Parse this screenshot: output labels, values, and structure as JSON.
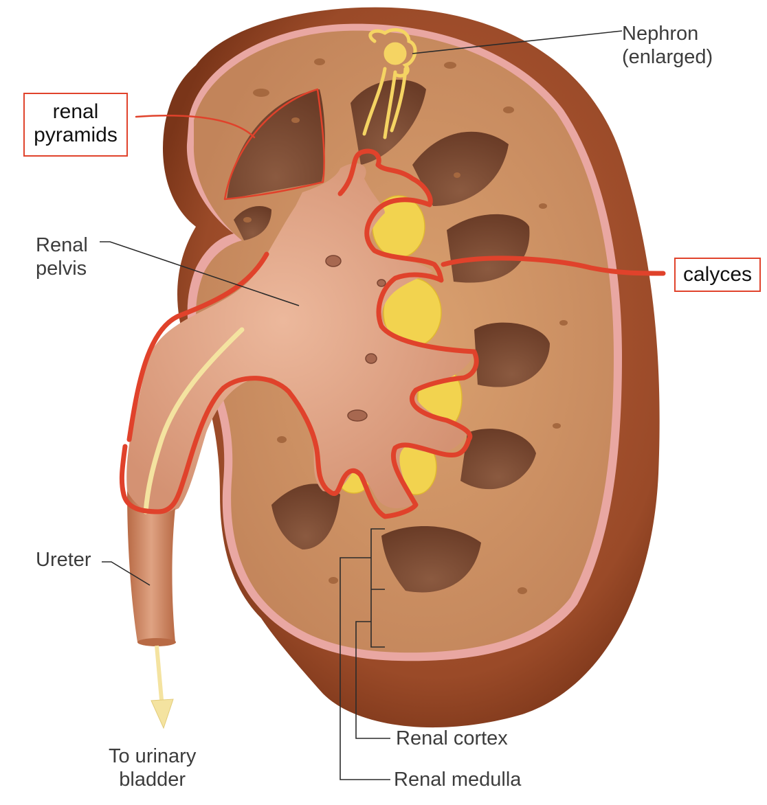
{
  "labels": {
    "nephron": [
      "Nephron",
      "(enlarged)"
    ],
    "renal_pelvis": [
      "Renal",
      "pelvis"
    ],
    "ureter": "Ureter",
    "to_urinary_bladder": [
      "To urinary",
      "bladder"
    ],
    "renal_cortex": "Renal cortex",
    "renal_medulla": "Renal medulla"
  },
  "annotations": {
    "renal_pyramids": [
      "renal",
      "pyramids"
    ],
    "calyces": "calyces"
  },
  "colors": {
    "annotation": "#e0422b",
    "capsule": "#8e3f22",
    "cortex": "#c98a5c",
    "pyramid": "#7a4a33",
    "pelvis": "#dca083",
    "fat": "#f2d34f",
    "ureter_line": "#f4e3a0"
  }
}
